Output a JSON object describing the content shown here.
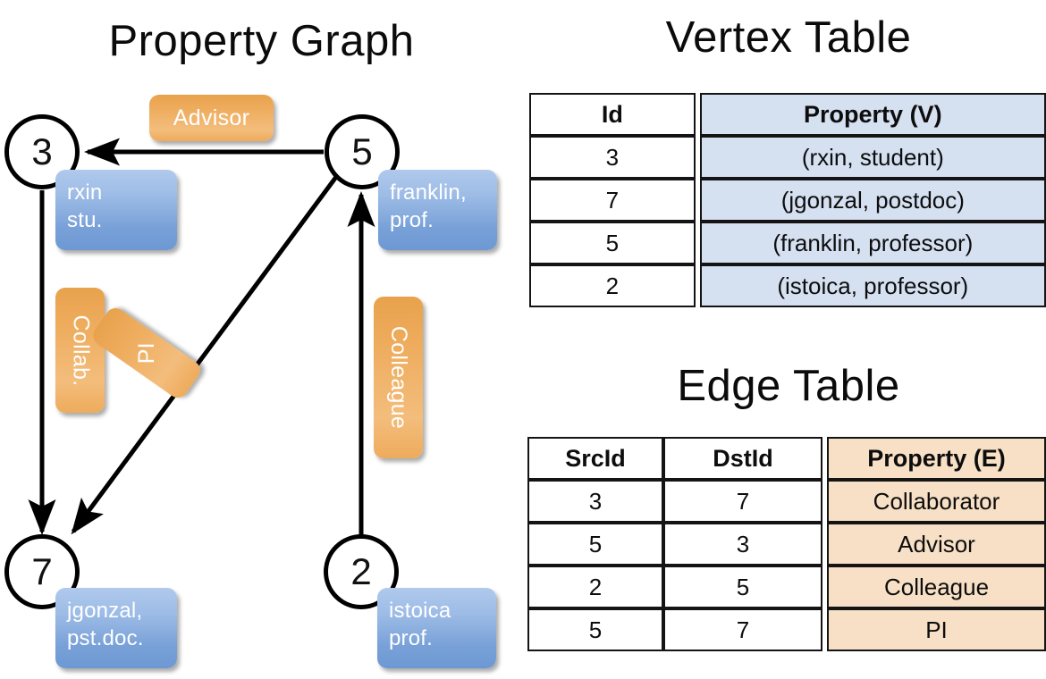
{
  "titles": {
    "property_graph": "Property Graph",
    "vertex_table": "Vertex Table",
    "edge_table": "Edge Table"
  },
  "colors": {
    "vertex_property_fill": "#d5e0f1",
    "edge_property_fill": "#f7e0c6",
    "vertex_box_fill": "#79a1d8",
    "edge_box_fill": "#eeac5d",
    "stroke": "#000000",
    "background": "#ffffff"
  },
  "graph": {
    "nodes": [
      {
        "id": "3",
        "property_line1": "rxin",
        "property_line2": "stu."
      },
      {
        "id": "5",
        "property_line1": "franklin,",
        "property_line2": "prof."
      },
      {
        "id": "7",
        "property_line1": "jgonzal,",
        "property_line2": "pst.doc."
      },
      {
        "id": "2",
        "property_line1": "istoica",
        "property_line2": "prof."
      }
    ],
    "edge_labels": [
      {
        "text": "Advisor",
        "orientation": "horizontal"
      },
      {
        "text": "Collab.",
        "orientation": "vertical"
      },
      {
        "text": "PI",
        "orientation": "diagonal"
      },
      {
        "text": "Colleague",
        "orientation": "vertical"
      }
    ],
    "edges": [
      {
        "src": "5",
        "dst": "3",
        "label": "Advisor"
      },
      {
        "src": "3",
        "dst": "7",
        "label": "Collab."
      },
      {
        "src": "5",
        "dst": "7",
        "label": "PI"
      },
      {
        "src": "2",
        "dst": "5",
        "label": "Colleague"
      }
    ]
  },
  "vertex_table": {
    "headers": [
      "Id",
      "Property (V)"
    ],
    "rows": [
      {
        "id": "3",
        "property": "(rxin, student)"
      },
      {
        "id": "7",
        "property": "(jgonzal, postdoc)"
      },
      {
        "id": "5",
        "property": "(franklin, professor)"
      },
      {
        "id": "2",
        "property": "(istoica, professor)"
      }
    ]
  },
  "edge_table": {
    "headers": [
      "SrcId",
      "DstId",
      "Property (E)"
    ],
    "rows": [
      {
        "src": "3",
        "dst": "7",
        "property": "Collaborator"
      },
      {
        "src": "5",
        "dst": "3",
        "property": "Advisor"
      },
      {
        "src": "2",
        "dst": "5",
        "property": "Colleague"
      },
      {
        "src": "5",
        "dst": "7",
        "property": "PI"
      }
    ]
  }
}
